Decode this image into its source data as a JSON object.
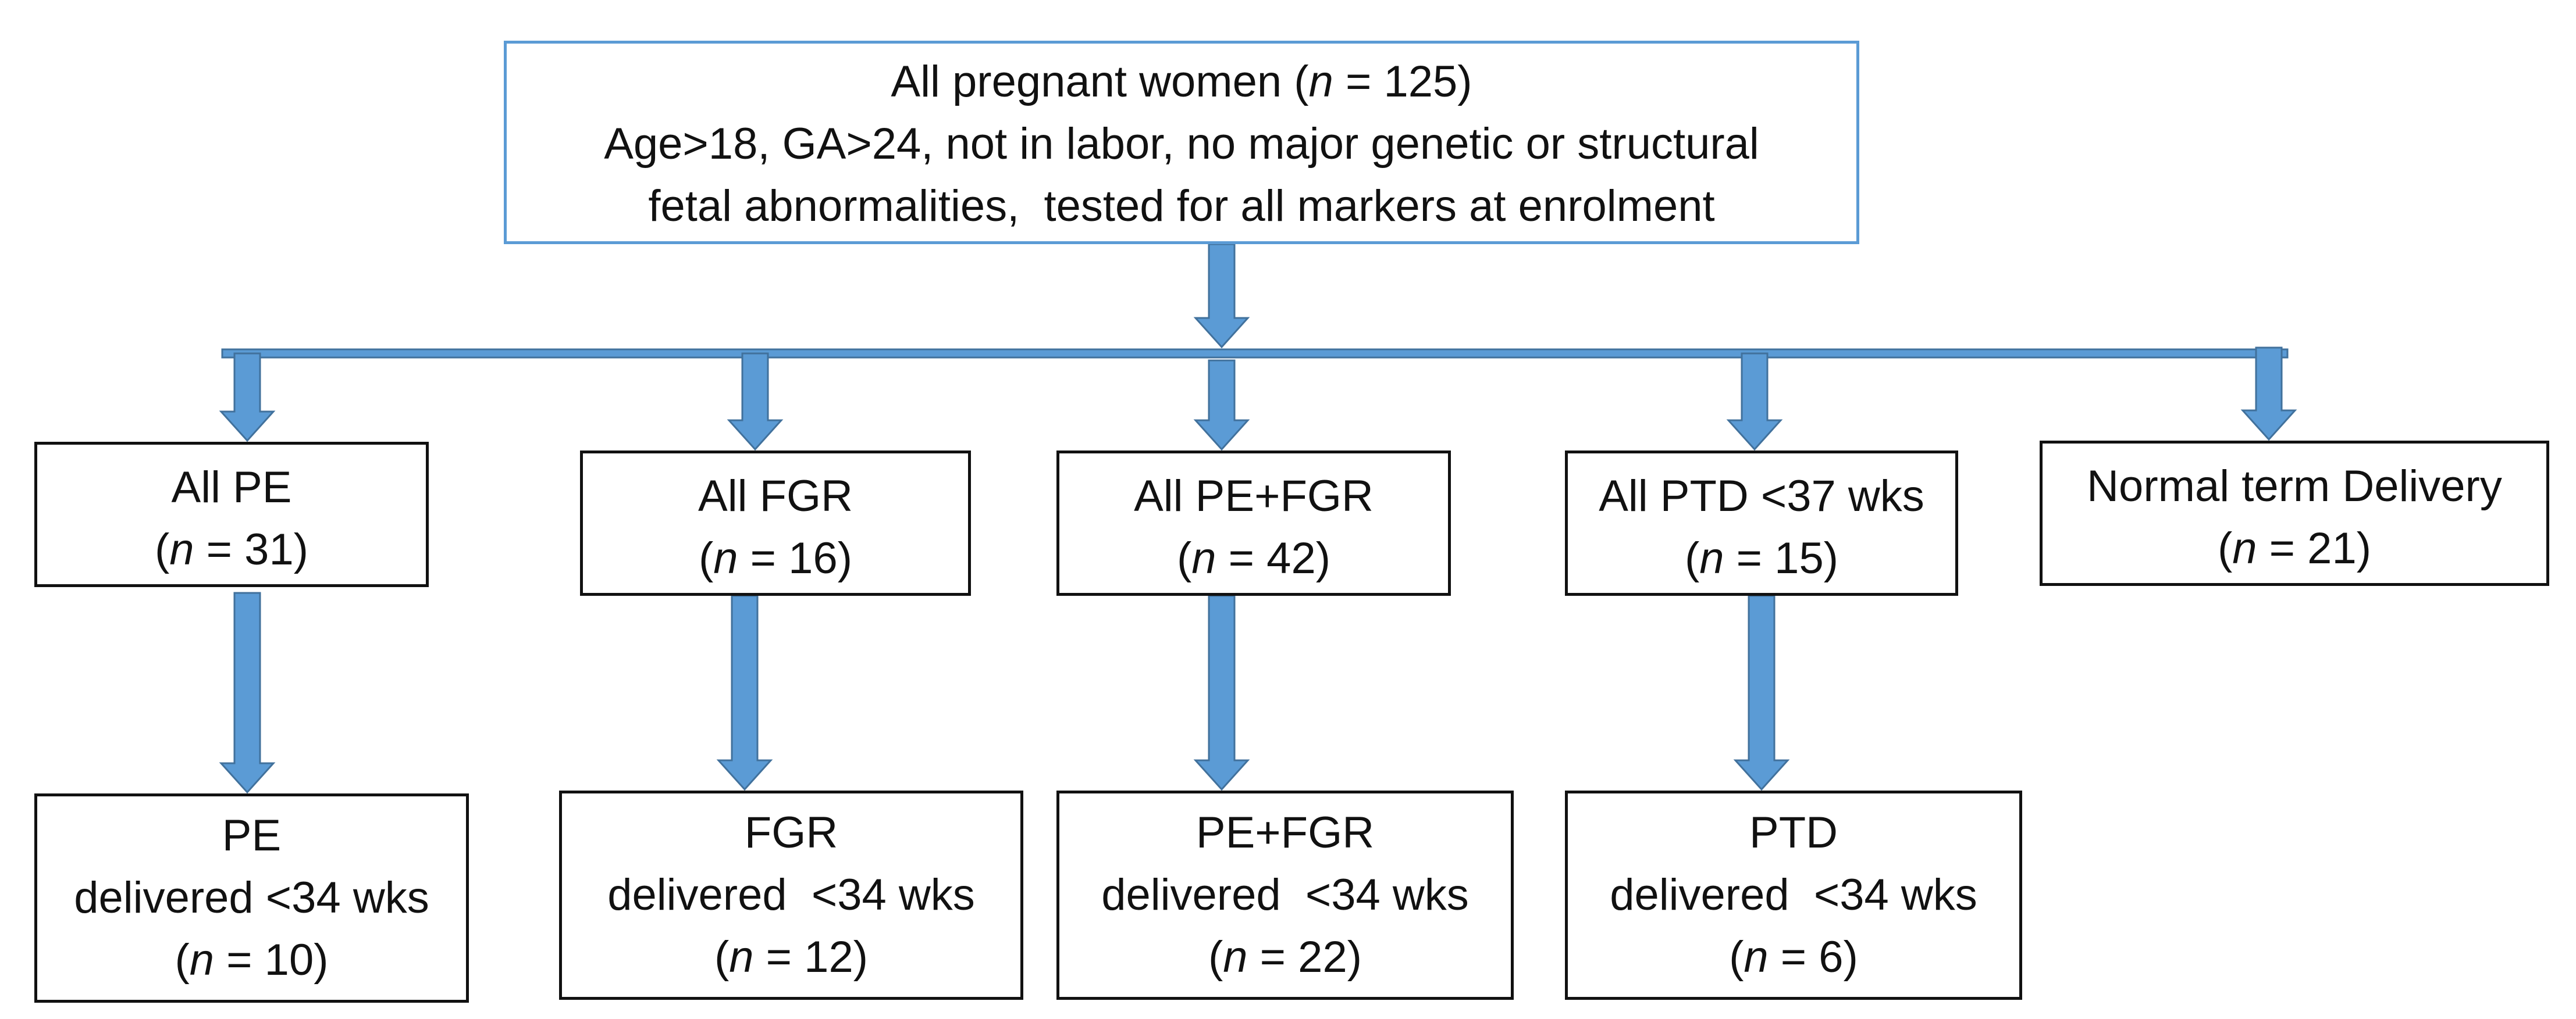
{
  "colors": {
    "arrow": "#5b9bd5",
    "arrow_stroke": "#41719c",
    "top_border": "#5b9bd5",
    "box_border": "#111111"
  },
  "root": {
    "line1": {
      "pre": "All pregnant women (",
      "n": "n",
      "post": " = 125)"
    },
    "line2": "Age>18, GA>24, not in labor, no major genetic or structural",
    "line3": "fetal abnormalities,  tested for all markers at enrolment"
  },
  "groups": [
    {
      "label": "All PE",
      "n_label": "n",
      "n_rest": " = 31)",
      "open": "("
    },
    {
      "label": "All FGR",
      "n_label": "n",
      "n_rest": " = 16)",
      "open": "("
    },
    {
      "label": "All PE+FGR",
      "n_label": "n",
      "n_rest": " = 42)",
      "open": "("
    },
    {
      "label": "All PTD <37 wks",
      "n_label": "n",
      "n_rest": " = 15)",
      "open": "("
    },
    {
      "label": "Normal term Delivery",
      "n_label": "n",
      "n_rest": " = 21)",
      "open": "("
    }
  ],
  "subgroups": [
    {
      "label": "PE",
      "line2": "delivered <34 wks",
      "open": "(",
      "n_label": "n",
      "n_rest": " = 10)"
    },
    {
      "label": "FGR",
      "line2": "delivered  <34 wks",
      "open": "(",
      "n_label": "n",
      "n_rest": " = 12)"
    },
    {
      "label": "PE+FGR",
      "line2": "delivered  <34 wks",
      "open": "(",
      "n_label": "n",
      "n_rest": " = 22)"
    },
    {
      "label": "PTD",
      "line2": "delivered  <34 wks",
      "open": "(",
      "n_label": "n",
      "n_rest": " = 6)"
    }
  ]
}
